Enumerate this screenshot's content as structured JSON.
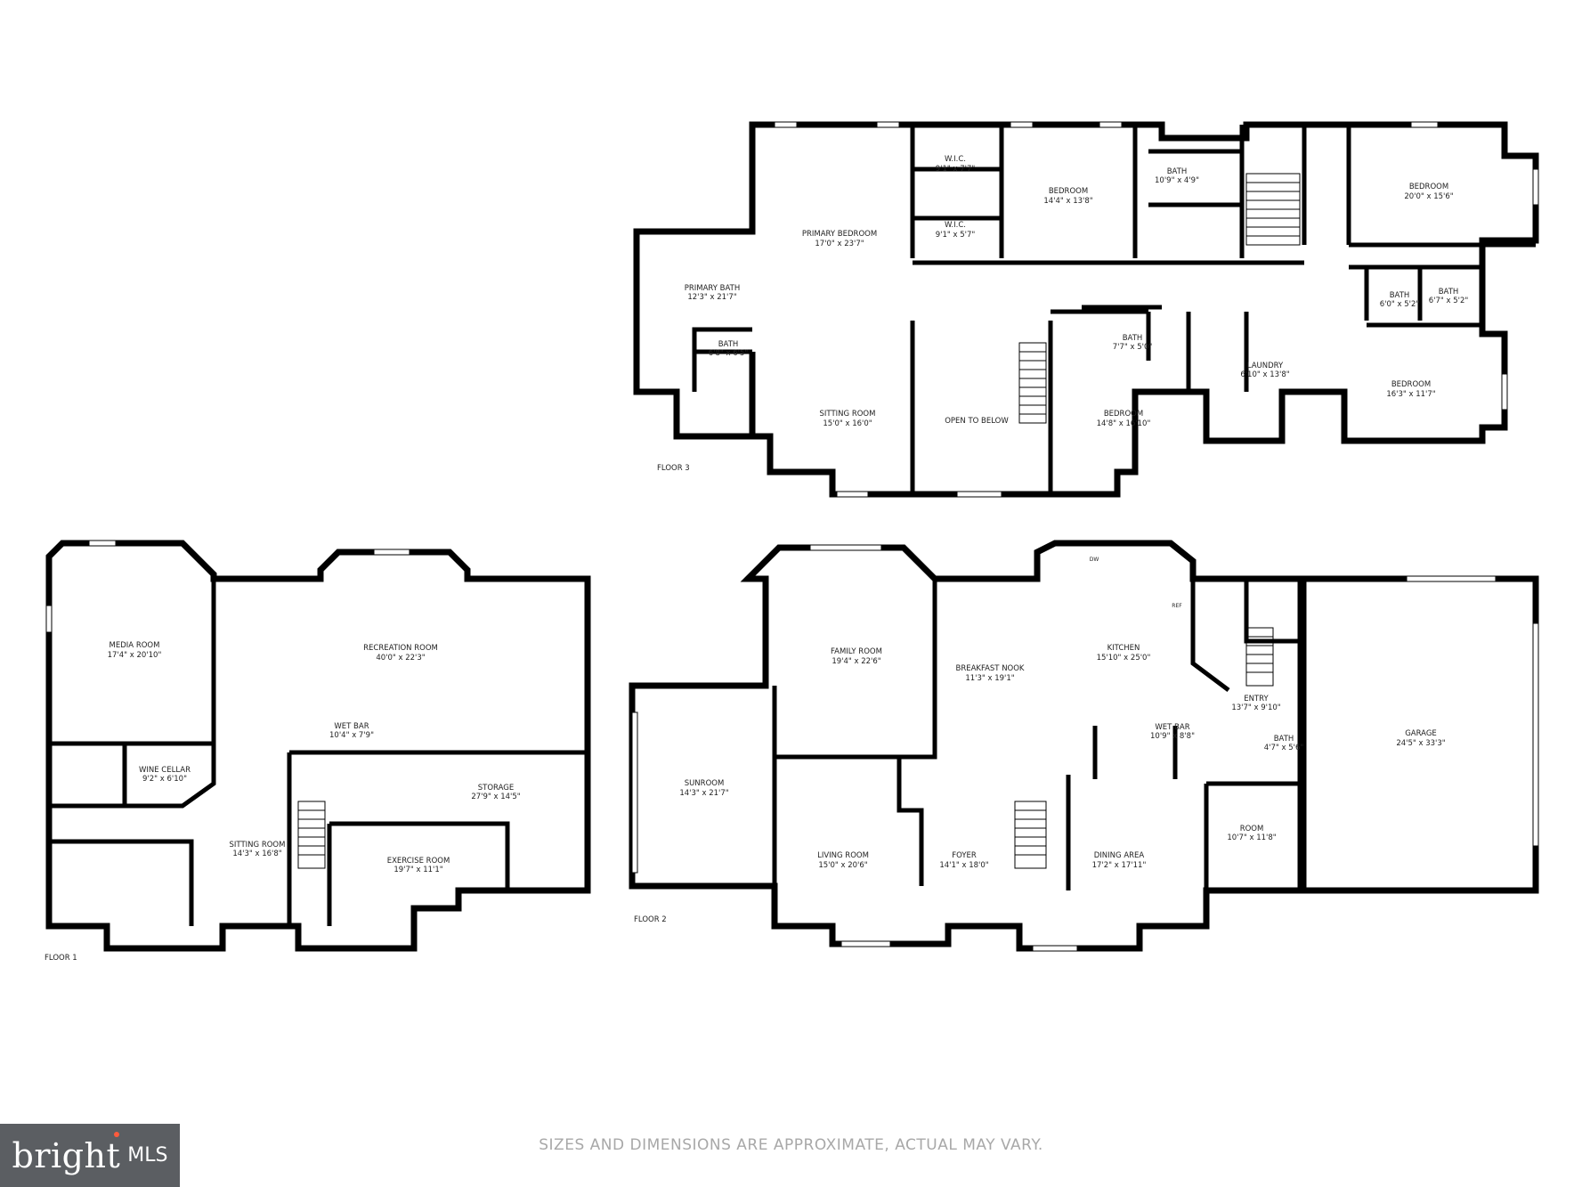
{
  "floors": {
    "floor3": {
      "label": "FLOOR 3",
      "rooms": {
        "wic1": {
          "name": "W.I.C.",
          "dims": "9'1\" x 7'7\""
        },
        "wic2": {
          "name": "W.I.C.",
          "dims": "9'1\" x 5'7\""
        },
        "bedroom_a": {
          "name": "BEDROOM",
          "dims": "14'4\" x 13'8\""
        },
        "bath_a": {
          "name": "BATH",
          "dims": "10'9\" x 4'9\""
        },
        "bedroom_b": {
          "name": "BEDROOM",
          "dims": "20'0\" x 15'6\""
        },
        "primary_bedroom": {
          "name": "PRIMARY BEDROOM",
          "dims": "17'0\" x 23'7\""
        },
        "primary_bath": {
          "name": "PRIMARY BATH",
          "dims": "12'3\" x 21'7\""
        },
        "bath_small": {
          "name": "BATH",
          "dims": "6'8\" x 6'5\""
        },
        "sitting_room": {
          "name": "SITTING ROOM",
          "dims": "15'0\" x 16'0\""
        },
        "open_to_below": {
          "name": "OPEN TO BELOW",
          "dims": ""
        },
        "bath_b": {
          "name": "BATH",
          "dims": "7'7\" x 5'0\""
        },
        "bedroom_c": {
          "name": "BEDROOM",
          "dims": "14'8\" x 16'10\""
        },
        "laundry": {
          "name": "LAUNDRY",
          "dims": "6'10\" x 13'8\""
        },
        "bath_c": {
          "name": "BATH",
          "dims": "6'0\" x 5'2\""
        },
        "bath_d": {
          "name": "BATH",
          "dims": "6'7\" x 5'2\""
        },
        "bedroom_d": {
          "name": "BEDROOM",
          "dims": "16'3\" x 11'7\""
        }
      }
    },
    "floor2": {
      "label": "FLOOR 2",
      "rooms": {
        "family_room": {
          "name": "FAMILY ROOM",
          "dims": "19'4\" x 22'6\""
        },
        "breakfast_nook": {
          "name": "BREAKFAST NOOK",
          "dims": "11'3\" x 19'1\""
        },
        "kitchen": {
          "name": "KITCHEN",
          "dims": "15'10\" x 25'0\""
        },
        "entry": {
          "name": "ENTRY",
          "dims": "13'7\" x 9'10\""
        },
        "garage": {
          "name": "GARAGE",
          "dims": "24'5\" x 33'3\""
        },
        "wet_bar": {
          "name": "WET BAR",
          "dims": "10'9\" x 8'8\""
        },
        "bath": {
          "name": "BATH",
          "dims": "4'7\" x 5'6\""
        },
        "sunroom": {
          "name": "SUNROOM",
          "dims": "14'3\" x 21'7\""
        },
        "living_room": {
          "name": "LIVING ROOM",
          "dims": "15'0\" x 20'6\""
        },
        "foyer": {
          "name": "FOYER",
          "dims": "14'1\" x 18'0\""
        },
        "dining_area": {
          "name": "DINING AREA",
          "dims": "17'2\" x 17'11\""
        },
        "room": {
          "name": "ROOM",
          "dims": "10'7\" x 11'8\""
        }
      },
      "appliances": {
        "dw": "DW",
        "ref": "REF"
      }
    },
    "floor1": {
      "label": "FLOOR 1",
      "rooms": {
        "media_room": {
          "name": "MEDIA ROOM",
          "dims": "17'4\" x 20'10\""
        },
        "recreation_room": {
          "name": "RECREATION ROOM",
          "dims": "40'0\" x 22'3\""
        },
        "wet_bar": {
          "name": "WET BAR",
          "dims": "10'4\" x 7'9\""
        },
        "wine_cellar": {
          "name": "WINE CELLAR",
          "dims": "9'2\" x 6'10\""
        },
        "storage": {
          "name": "STORAGE",
          "dims": "27'9\" x 14'5\""
        },
        "sitting_room": {
          "name": "SITTING ROOM",
          "dims": "14'3\" x 16'8\""
        },
        "exercise_room": {
          "name": "EXERCISE ROOM",
          "dims": "19'7\" x 11'1\""
        }
      }
    }
  },
  "disclaimer": "SIZES AND DIMENSIONS ARE APPROXIMATE, ACTUAL MAY VARY.",
  "logo": {
    "brand": "bright",
    "suffix": "MLS"
  },
  "colors": {
    "wall": "#000000",
    "background": "#ffffff",
    "disclaimer_text": "#a8a8a8",
    "logo_bg": "#5b5e62",
    "logo_accent": "#ff5a3c"
  }
}
